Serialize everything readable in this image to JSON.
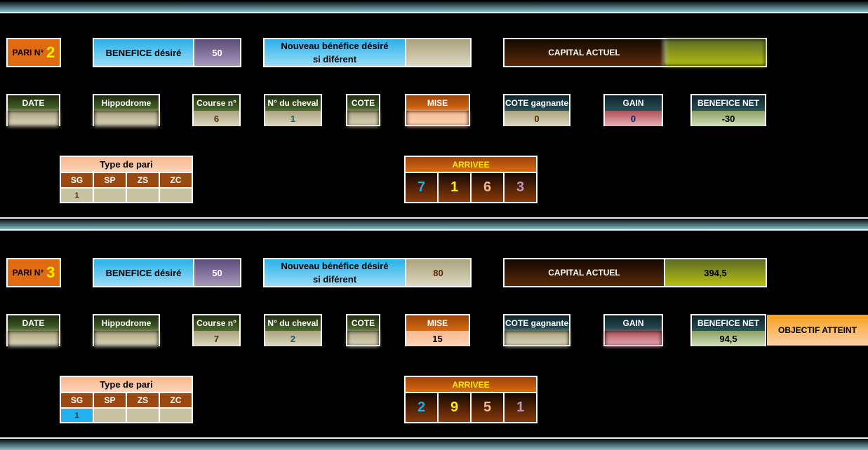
{
  "colors": {
    "pari_number": "#ffee00",
    "arrivee_title": "#ffee00",
    "arrivee_digits": [
      "#2aa8e0",
      "#ffee00",
      "#f4b890",
      "#b898c0"
    ]
  },
  "bets": [
    {
      "pari_label": "PARI N°",
      "pari_number": "2",
      "benefice_label": "BENEFICE désiré",
      "benefice_value": "50",
      "nouveau_label_1": "Nouveau bénéfice désiré",
      "nouveau_label_2": "si diférent",
      "nouveau_value": "",
      "capital_label": "CAPITAL ACTUEL",
      "capital_value": "",
      "capital_blurred": true,
      "fields": [
        {
          "key": "date",
          "label": "DATE",
          "value": "",
          "blurred": true,
          "hd": "g-green",
          "vc": "g-khaki"
        },
        {
          "key": "hippodrome",
          "label": "Hippodrome",
          "value": "",
          "blurred": true,
          "hd": "g-green",
          "vc": "g-khaki"
        },
        {
          "key": "course",
          "label": "Course n°",
          "value": "6",
          "hd": "g-green",
          "vc": "g-khaki",
          "color": "#5a2a08"
        },
        {
          "key": "cheval",
          "label": "N° du cheval",
          "value": "1",
          "hd": "g-green",
          "vc": "g-khaki",
          "color": "#1e5a6a"
        },
        {
          "key": "cote",
          "label": "COTE",
          "value": "",
          "blurred": true,
          "hd": "g-green",
          "vc": "g-khaki"
        },
        {
          "key": "mise",
          "label": "MISE",
          "value": "",
          "blurred": true,
          "hd": "g-orange",
          "vc": "g-peach"
        },
        {
          "key": "cote-gagnante",
          "label": "COTE gagnante",
          "value": "0",
          "hd": "g-teal",
          "vc": "g-khaki",
          "color": "#5a2a08"
        },
        {
          "key": "gain",
          "label": "GAIN",
          "value": "0",
          "hd": "g-teal",
          "vc": "g-pink",
          "color": "#1a2050"
        },
        {
          "key": "benefice-net",
          "label": "BENEFICE NET",
          "value": "-30",
          "hd": "g-teal",
          "vc": "g-lgreen",
          "color": "#000"
        }
      ],
      "objectif": "",
      "type_title": "Type de pari",
      "type_headers": [
        "SG",
        "SP",
        "ZS",
        "ZC"
      ],
      "type_values": [
        "1",
        "",
        "",
        ""
      ],
      "type_highlight": false,
      "arrivee_title": "ARRIVEE",
      "arrivee": [
        "7",
        "1",
        "6",
        "3"
      ]
    },
    {
      "pari_label": "PARI N°",
      "pari_number": "3",
      "benefice_label": "BENEFICE désiré",
      "benefice_value": "50",
      "nouveau_label_1": "Nouveau bénéfice désiré",
      "nouveau_label_2": "si diférent",
      "nouveau_value": "80",
      "capital_label": "CAPITAL ACTUEL",
      "capital_value": "394,5",
      "capital_blurred": false,
      "fields": [
        {
          "key": "date",
          "label": "DATE",
          "value": "",
          "blurred": true,
          "hd": "g-green",
          "vc": "g-khaki"
        },
        {
          "key": "hippodrome",
          "label": "Hippodrome",
          "value": "",
          "blurred": true,
          "hd": "g-green",
          "vc": "g-khaki"
        },
        {
          "key": "course",
          "label": "Course n°",
          "value": "7",
          "hd": "g-green",
          "vc": "g-khaki",
          "color": "#5a2a08"
        },
        {
          "key": "cheval",
          "label": "N° du cheval",
          "value": "2",
          "hd": "g-green",
          "vc": "g-khaki",
          "color": "#1e5a6a"
        },
        {
          "key": "cote",
          "label": "COTE",
          "value": "",
          "blurred": true,
          "hd": "g-green",
          "vc": "g-khaki"
        },
        {
          "key": "mise",
          "label": "MISE",
          "value": "15",
          "hd": "g-orange",
          "vc": "g-peach",
          "color": "#000"
        },
        {
          "key": "cote-gagnante",
          "label": "COTE gagnante",
          "value": "",
          "blurred": true,
          "hd": "g-teal",
          "vc": "g-khaki"
        },
        {
          "key": "gain",
          "label": "GAIN",
          "value": "",
          "blurred": true,
          "hd": "g-teal",
          "vc": "g-pink"
        },
        {
          "key": "benefice-net",
          "label": "BENEFICE NET",
          "value": "94,5",
          "hd": "g-teal",
          "vc": "g-lgreen",
          "color": "#000"
        }
      ],
      "objectif": "OBJECTIF ATTEINT",
      "type_title": "Type de pari",
      "type_headers": [
        "SG",
        "SP",
        "ZS",
        "ZC"
      ],
      "type_values": [
        "1",
        "",
        "",
        ""
      ],
      "type_highlight": true,
      "arrivee_title": "ARRIVEE",
      "arrivee": [
        "2",
        "9",
        "5",
        "1"
      ]
    }
  ]
}
